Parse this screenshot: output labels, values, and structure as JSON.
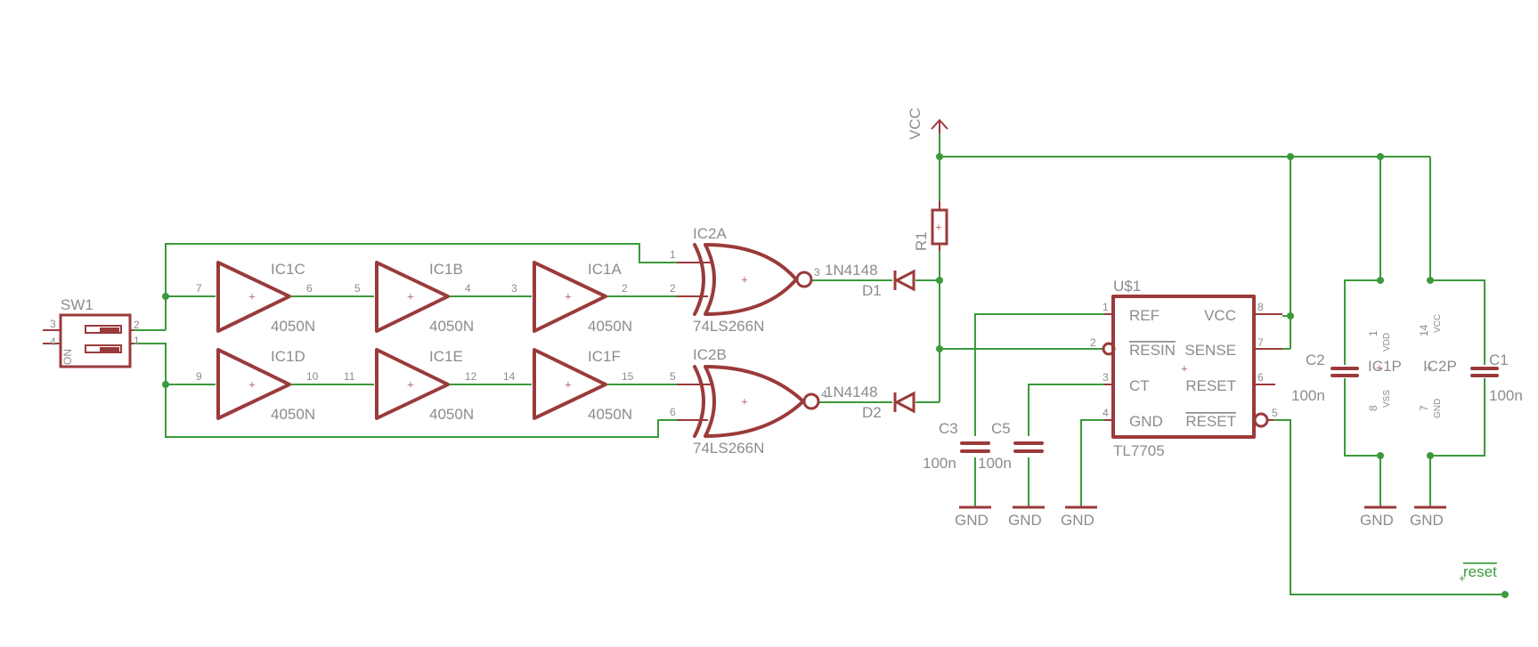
{
  "sw1": {
    "name": "SW1",
    "on": "ON",
    "pins": [
      "3",
      "4",
      "2",
      "1"
    ]
  },
  "ic1": {
    "c": {
      "name": "IC1C",
      "value": "4050N",
      "pin_in": "7",
      "pin_out": "6"
    },
    "b": {
      "name": "IC1B",
      "value": "4050N",
      "pin_in": "5",
      "pin_out": "4"
    },
    "a": {
      "name": "IC1A",
      "value": "4050N",
      "pin_in": "3",
      "pin_out": "2"
    },
    "d": {
      "name": "IC1D",
      "value": "4050N",
      "pin_in": "9",
      "pin_out": "10"
    },
    "e": {
      "name": "IC1E",
      "value": "4050N",
      "pin_in": "11",
      "pin_out": "12"
    },
    "f": {
      "name": "IC1F",
      "value": "4050N",
      "pin_in": "14",
      "pin_out": "15"
    }
  },
  "ic2a": {
    "name": "IC2A",
    "value": "74LS266N",
    "pin_in1": "1",
    "pin_in2": "2",
    "pin_out": "3"
  },
  "ic2b": {
    "name": "IC2B",
    "value": "74LS266N",
    "pin_in1": "5",
    "pin_in2": "6",
    "pin_out": "4"
  },
  "d1": {
    "name": "D1",
    "value": "1N4148"
  },
  "d2": {
    "name": "D2",
    "value": "1N4148"
  },
  "r1": {
    "name": "R1"
  },
  "vcc": "VCC",
  "gnd": "GND",
  "u1": {
    "name": "U$1",
    "value": "TL7705",
    "left_pins": [
      {
        "num": "1",
        "label": "REF"
      },
      {
        "num": "2",
        "label": "RESIN"
      },
      {
        "num": "3",
        "label": "CT"
      },
      {
        "num": "4",
        "label": "GND"
      }
    ],
    "right_pins": [
      {
        "num": "8",
        "label": "VCC"
      },
      {
        "num": "7",
        "label": "SENSE"
      },
      {
        "num": "6",
        "label": "RESET"
      },
      {
        "num": "5",
        "label": "RESET"
      }
    ]
  },
  "c3": {
    "name": "C3",
    "value": "100n"
  },
  "c5": {
    "name": "C5",
    "value": "100n"
  },
  "c2": {
    "name": "C2",
    "value": "100n"
  },
  "c1": {
    "name": "C1",
    "value": "100n"
  },
  "ic1p": {
    "name": "IC1P",
    "pin_top": "1",
    "pin_bot": "8",
    "lbl_top": "VDD",
    "lbl_bot": "VSS"
  },
  "ic2p": {
    "name": "IC2P",
    "pin_top": "14",
    "pin_bot": "7",
    "lbl_top": "VCC",
    "lbl_bot": "GND"
  },
  "reset_net": "reset",
  "colors": {
    "wire": "#3b9a3b",
    "symbol": "#9b3a3a",
    "text": "#8c8c8c",
    "background": "#ffffff"
  }
}
